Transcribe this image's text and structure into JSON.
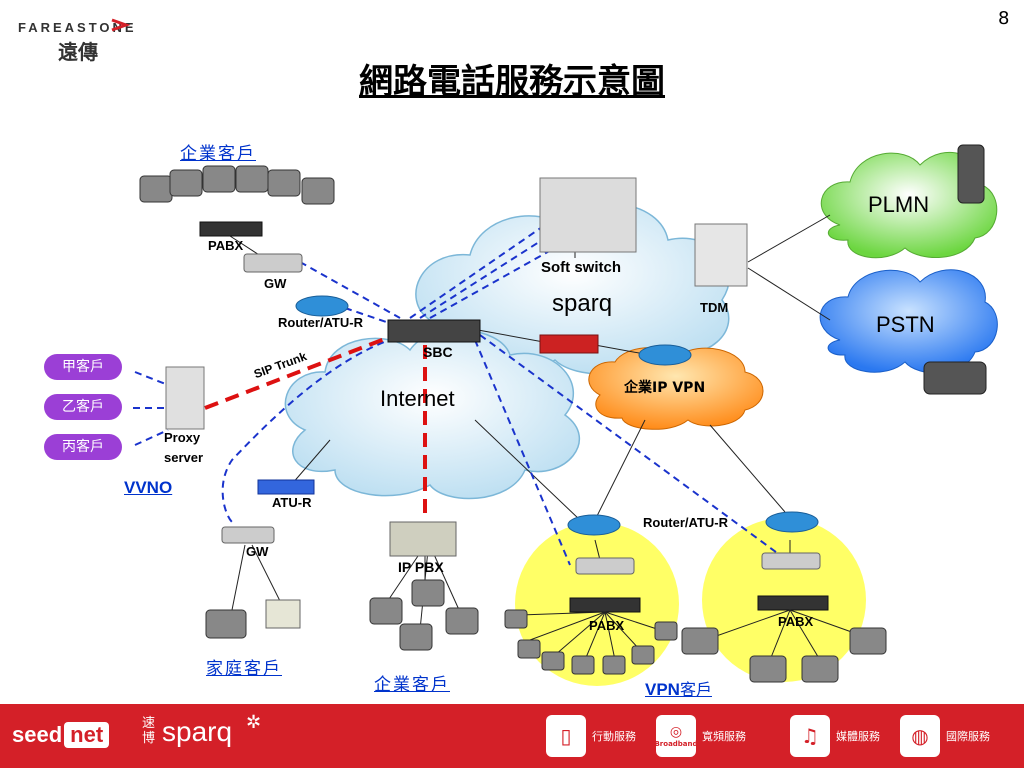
{
  "page_number": "8",
  "logo": {
    "brand_en": "FAREASTONE",
    "brand_zh": "遠傳"
  },
  "title": "網路電話服務示意圖",
  "clouds": {
    "sparq": "sparq",
    "internet": "Internet",
    "plmn": "PLMN",
    "pstn": "PSTN",
    "vpn": "企業IP VPN"
  },
  "labels": {
    "enterprise_top": "企業客戶",
    "pabx_top": "PABX",
    "gw_top": "GW",
    "router_atu_left": "Router/ATU-R",
    "soft_switch": "Soft switch",
    "tdm": "TDM",
    "sbc": "SBC",
    "sip_trunk": "SIP Trunk",
    "proxy_server_1": "Proxy",
    "proxy_server_2": "server",
    "vvno": "VVNO",
    "atu_r": "ATU-R",
    "gw_bottom": "GW",
    "ip_pbx": "IP PBX",
    "home_customer": "家庭客戶",
    "enterprise_bottom": "企業客戶",
    "router_atu_right": "Router/ATU-R",
    "pabx_left": "PABX",
    "pabx_right": "PABX",
    "vpn_customer_prefix": "VPN",
    "vpn_customer_suffix": "客戶"
  },
  "customers": [
    "甲客戶",
    "乙客戶",
    "丙客戶"
  ],
  "footer": {
    "seed": "seed",
    "net": "net",
    "sparq": "sparq",
    "sparq_zh": "速博",
    "services": [
      {
        "icon": "mobile-icon",
        "label": "行動服務"
      },
      {
        "icon": "broadband-icon",
        "label": "寬頻服務",
        "sub": "Broadband"
      },
      {
        "icon": "media-icon",
        "label": "媒體服務"
      },
      {
        "icon": "globe-icon",
        "label": "國際服務"
      }
    ]
  },
  "colors": {
    "footer_red": "#d42028",
    "link_blue_dashed": "#1a33cc",
    "sip_trunk_red": "#dd1111",
    "customer_purple": "#9b3fd6",
    "vpn_yellow": "#ffff66",
    "vpn_orange": "#ff9b2e",
    "plmn_green": "#88e060",
    "pstn_blue": "#3a8cff",
    "cloud_light_blue": "#d5ecf8"
  }
}
